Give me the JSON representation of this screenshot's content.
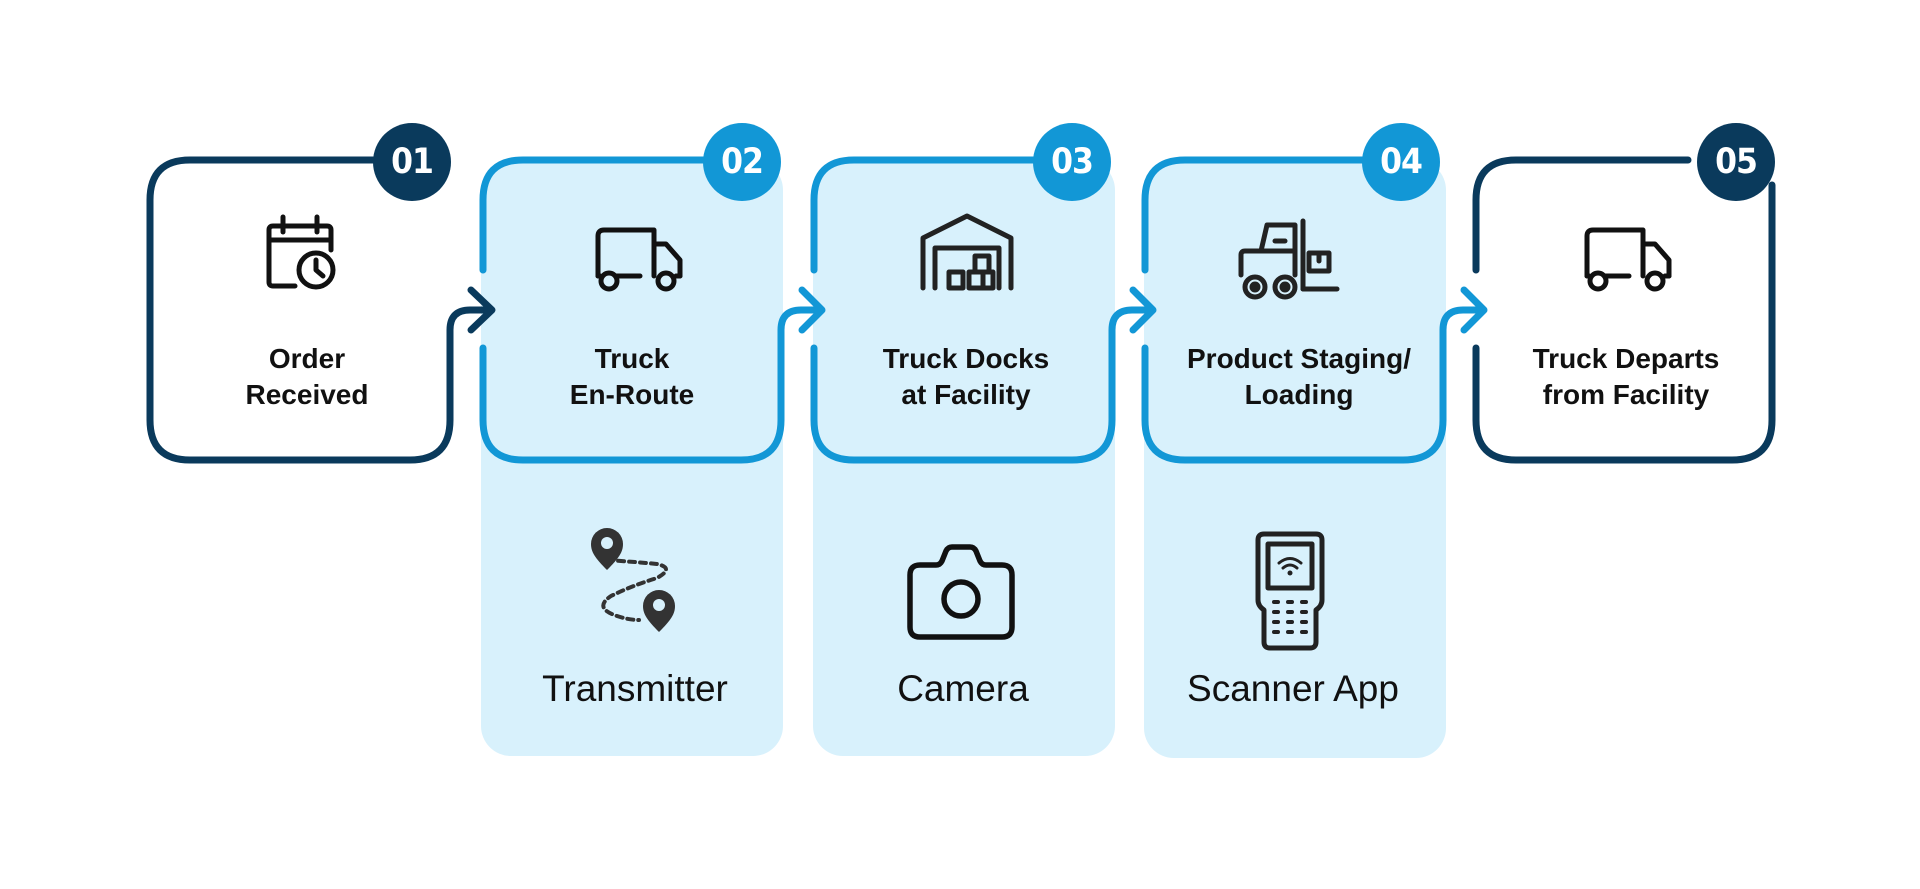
{
  "colors": {
    "dark_navy": "#0a3a5c",
    "accent_blue": "#1297d6",
    "panel_fill": "#d8f1fc",
    "text": "#111111"
  },
  "steps": [
    {
      "number": "01",
      "title": "Order\nReceived",
      "icon": "calendar-clock-icon",
      "style": "dark"
    },
    {
      "number": "02",
      "title": "Truck\nEn-Route",
      "icon": "truck-icon",
      "style": "light"
    },
    {
      "number": "03",
      "title": "Truck Docks\nat Facility",
      "icon": "warehouse-icon",
      "style": "light"
    },
    {
      "number": "04",
      "title": "Product Staging/\nLoading",
      "icon": "forklift-icon",
      "style": "light"
    },
    {
      "number": "05",
      "title": "Truck Departs\nfrom Facility",
      "icon": "truck-icon",
      "style": "dark"
    }
  ],
  "tools": [
    {
      "label": "Transmitter",
      "icon": "route-pins-icon"
    },
    {
      "label": "Camera",
      "icon": "camera-icon"
    },
    {
      "label": "Scanner App",
      "icon": "handheld-scanner-icon"
    }
  ]
}
